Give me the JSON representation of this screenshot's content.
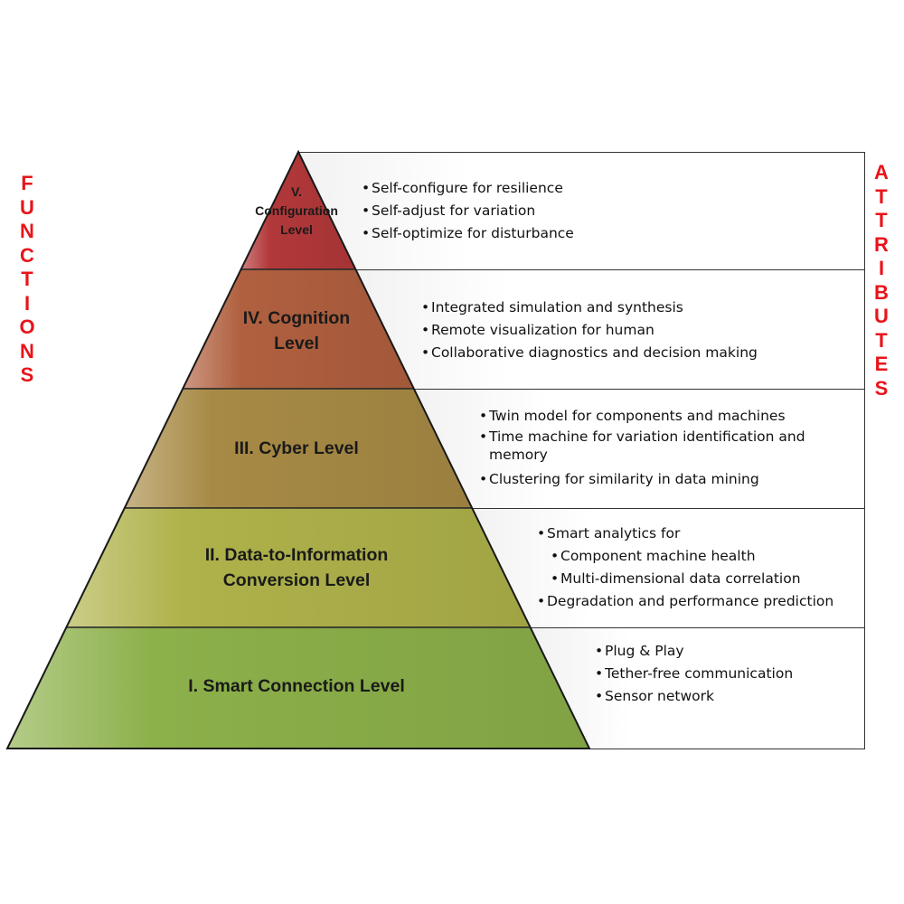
{
  "side_labels": {
    "left": [
      "F",
      "U",
      "N",
      "C",
      "T",
      "I",
      "O",
      "N",
      "S"
    ],
    "right": [
      "A",
      "T",
      "T",
      "R",
      "I",
      "B",
      "U",
      "T",
      "E",
      "S"
    ]
  },
  "levels": [
    {
      "id": "configuration",
      "label_lines": [
        "V.",
        "Configuration",
        "Level"
      ],
      "color": "#b2383a",
      "attributes": [
        {
          "text": "Self-configure for resilience"
        },
        {
          "text": "Self-adjust for variation"
        },
        {
          "text": "Self-optimize for disturbance"
        }
      ]
    },
    {
      "id": "cognition",
      "label_lines": [
        "IV. Cognition",
        "Level"
      ],
      "color": "#b0603f",
      "attributes": [
        {
          "text": "Integrated simulation and synthesis"
        },
        {
          "text": "Remote visualization for human"
        },
        {
          "text": "Collaborative diagnostics and decision making"
        }
      ]
    },
    {
      "id": "cyber",
      "label_lines": [
        "III. Cyber Level"
      ],
      "color": "#a78a45",
      "attributes": [
        {
          "text": "Twin model for components and machines"
        },
        {
          "text": "Time machine for variation identification and memory"
        },
        {
          "text": "Clustering for similarity in data mining"
        }
      ]
    },
    {
      "id": "data-to-information",
      "label_lines": [
        "II. Data-to-Information",
        "Conversion Level"
      ],
      "color": "#afb24a",
      "attributes": [
        {
          "text": "Smart analytics for"
        },
        {
          "text": "Component machine health",
          "sub": true
        },
        {
          "text": "Multi-dimensional data correlation",
          "sub": true
        },
        {
          "text": "Degradation and performance prediction"
        }
      ]
    },
    {
      "id": "smart-connection",
      "label_lines": [
        "I. Smart Connection Level"
      ],
      "color": "#8cb04a",
      "attributes": [
        {
          "text": "Plug & Play"
        },
        {
          "text": "Tether-free communication"
        },
        {
          "text": "Sensor network"
        }
      ]
    }
  ]
}
